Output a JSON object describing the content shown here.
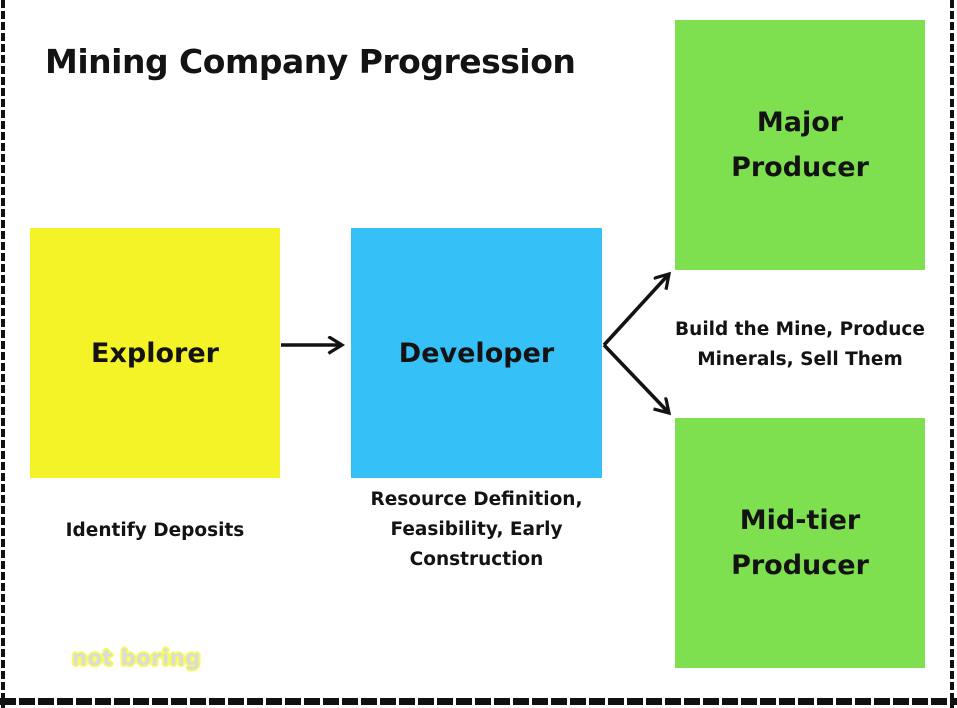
{
  "title": "Mining Company Progression",
  "watermark": "not boring",
  "edge_label": "Build the Mine, Produce Minerals, Sell Them",
  "colors": {
    "background": "#ffffff",
    "border": "#111111",
    "explorer_box": "#f4f327",
    "developer_box": "#35c1f7",
    "producer_box": "#7ee04e",
    "arrow": "#131313",
    "text": "#131313",
    "watermark_fill": "#d8dcdc",
    "watermark_outline": "#f7f95e"
  },
  "nodes": [
    {
      "id": "explorer",
      "label": "Explorer",
      "caption": "Identify Deposits"
    },
    {
      "id": "developer",
      "label": "Developer",
      "caption": "Resource Definition, Feasibility, Early Construction"
    },
    {
      "id": "major-producer",
      "label": "Major Producer"
    },
    {
      "id": "mid-tier-producer",
      "label": "Mid-tier Producer"
    }
  ],
  "edges": [
    {
      "from": "explorer",
      "to": "developer"
    },
    {
      "from": "developer",
      "to": "major-producer"
    },
    {
      "from": "developer",
      "to": "mid-tier-producer"
    }
  ]
}
